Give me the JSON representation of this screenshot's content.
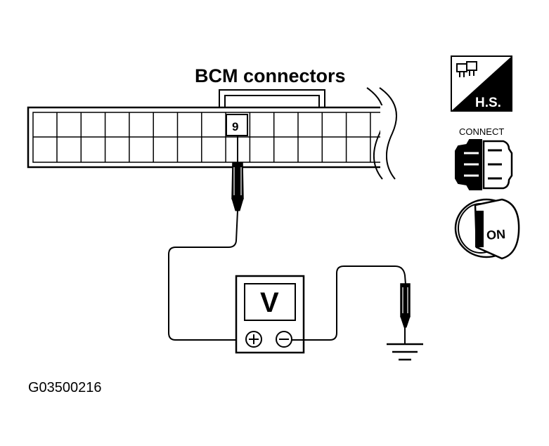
{
  "title": "BCM connectors",
  "pin_label": "9",
  "meter_label": "V",
  "plus_symbol": "+",
  "minus_symbol": "−",
  "figure_id": "G03500216",
  "icons": {
    "harness_label": "H.S.",
    "connect_label": "CONNECT",
    "ignition_label": "ON"
  }
}
